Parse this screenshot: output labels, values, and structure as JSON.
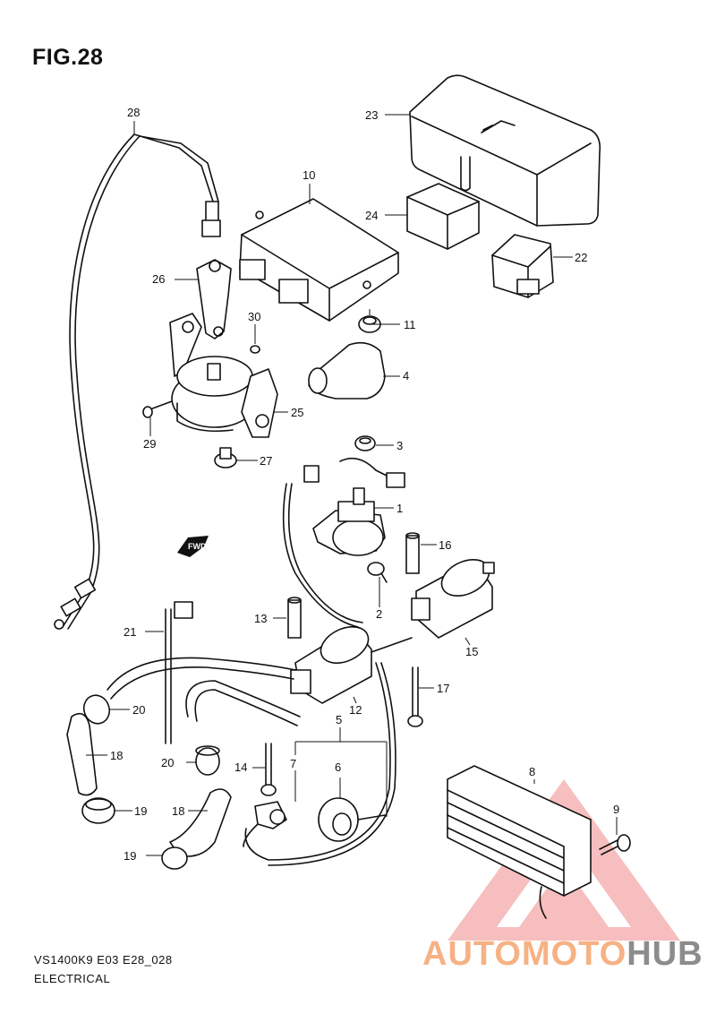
{
  "header": {
    "title": "FIG.28"
  },
  "callouts": {
    "c1": "1",
    "c2": "2",
    "c3": "3",
    "c4": "4",
    "c5": "5",
    "c6": "6",
    "c7": "7",
    "c8": "8",
    "c9": "9",
    "c10": "10",
    "c11": "11",
    "c12": "12",
    "c13": "13",
    "c14": "14",
    "c15": "15",
    "c16": "16",
    "c17": "17",
    "c18a": "18",
    "c18b": "18",
    "c19a": "19",
    "c19b": "19",
    "c20a": "20",
    "c20b": "20",
    "c21": "21",
    "c22": "22",
    "c23": "23",
    "c24": "24",
    "c25": "25",
    "c26": "26",
    "c27": "27",
    "c28": "28",
    "c29": "29",
    "c30": "30"
  },
  "direction_marker": {
    "label": "FWD"
  },
  "footer": {
    "code": "VS1400K9 E03 E28_028",
    "section": "ELECTRICAL"
  },
  "watermark": {
    "part1": "AUTOMOTO",
    "part2": "HUB",
    "accent_color": "#f08a8a"
  },
  "colors": {
    "line": "#111111",
    "background": "#ffffff"
  }
}
